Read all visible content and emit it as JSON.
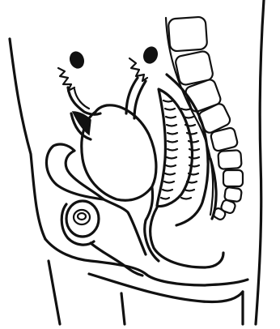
{
  "figure": {
    "kind": "line-drawing",
    "subject": "",
    "colors": {
      "ink": "#111111",
      "background": "#ffffff"
    },
    "vertebra_count": 10,
    "rugae_count_per_column": 14
  }
}
